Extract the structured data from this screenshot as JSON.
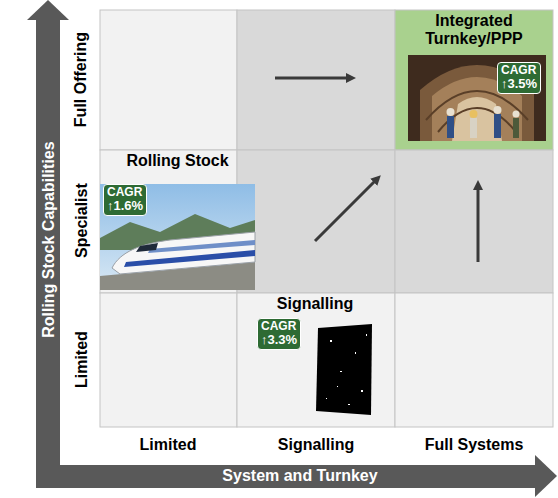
{
  "diagram": {
    "nodes": [
      {
        "text": [
          "Rolling Stock"
        ]
      },
      {
        "text": [
          "CAGR",
          "↑1.6%"
        ],
        "in": 0
      },
      {
        "text": [
          "Signalling"
        ]
      },
      {
        "text": [
          "CAGR",
          "↑3.3%"
        ],
        "in": 2
      },
      {
        "text": [
          "Integrated Turnkey/PPP"
        ]
      },
      {
        "text": [
          "CAGR",
          "↑3.5%"
        ],
        "in": 4
      }
    ],
    "labels": [
      "Rolling Stock Capabilities",
      "Full Offering",
      "Specialist",
      "Limited",
      "Limited",
      "Signalling",
      "Full Systems",
      "System and Turnkey"
    ]
  }
}
